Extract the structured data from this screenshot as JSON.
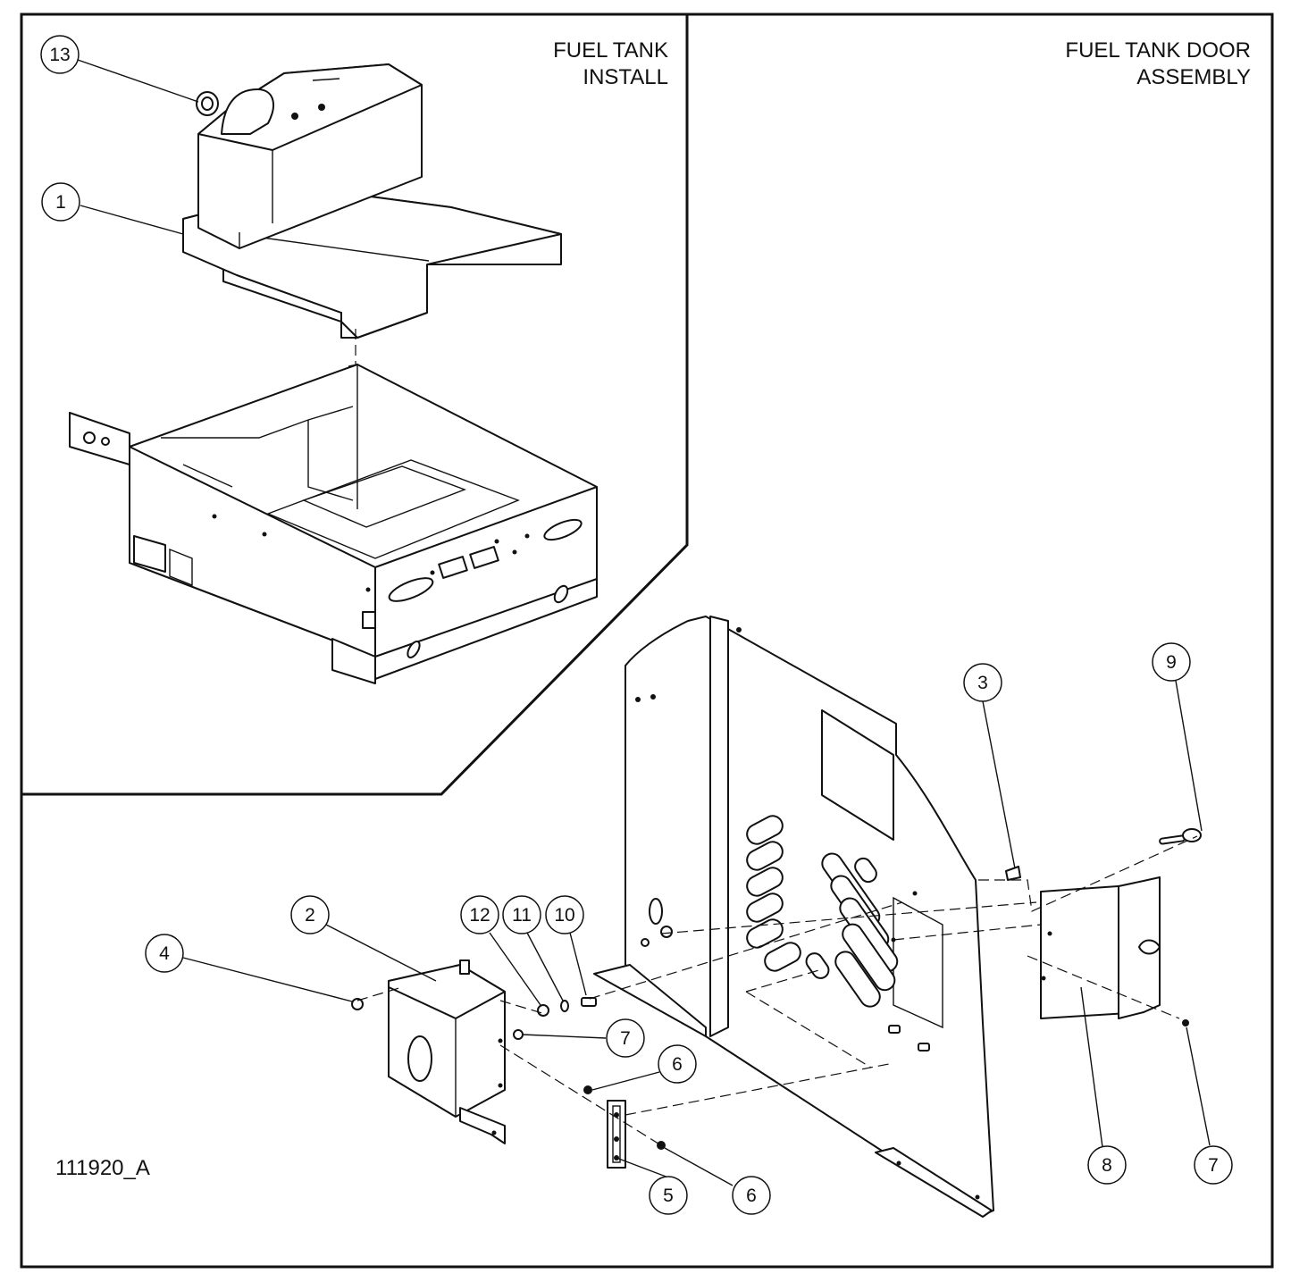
{
  "panels": {
    "top_left_title_line1": "FUEL TANK",
    "top_left_title_line2": "INSTALL",
    "top_right_title_line1": "FUEL TANK DOOR",
    "top_right_title_line2": "ASSEMBLY"
  },
  "drawing_number": "111920_A",
  "callouts": [
    "13",
    "1",
    "2",
    "4",
    "12",
    "11",
    "10",
    "7",
    "6",
    "5",
    "6",
    "3",
    "9",
    "8",
    "7"
  ],
  "colors": {
    "line": "#111111",
    "background": "#ffffff"
  }
}
